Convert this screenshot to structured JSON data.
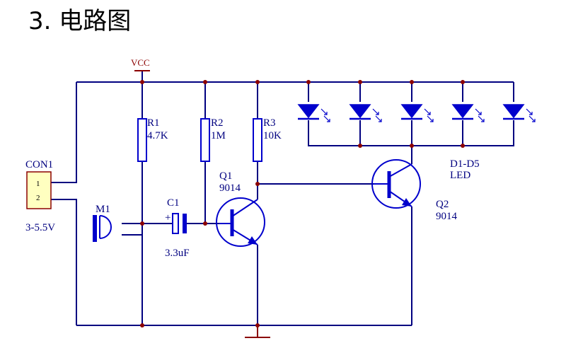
{
  "title": "3. 电路图",
  "vcc_label": "VCC",
  "connector": {
    "ref": "CON1",
    "pin1": "1",
    "pin2": "2",
    "voltage": "3-5.5V"
  },
  "mic": {
    "ref": "M1"
  },
  "capacitor": {
    "ref": "C1",
    "value": "3.3uF",
    "polarity": "+"
  },
  "r1": {
    "ref": "R1",
    "value": "4.7K"
  },
  "r2": {
    "ref": "R2",
    "value": "1M"
  },
  "r3": {
    "ref": "R3",
    "value": "10K"
  },
  "q1": {
    "ref": "Q1",
    "value": "9014"
  },
  "q2": {
    "ref": "Q2",
    "value": "9014"
  },
  "leds": {
    "ref": "D1-D5",
    "type": "LED"
  },
  "colors": {
    "wire": "#000080",
    "component": "#0000cc",
    "junction": "#8b0000",
    "connector_fill": "#ffffc0"
  }
}
